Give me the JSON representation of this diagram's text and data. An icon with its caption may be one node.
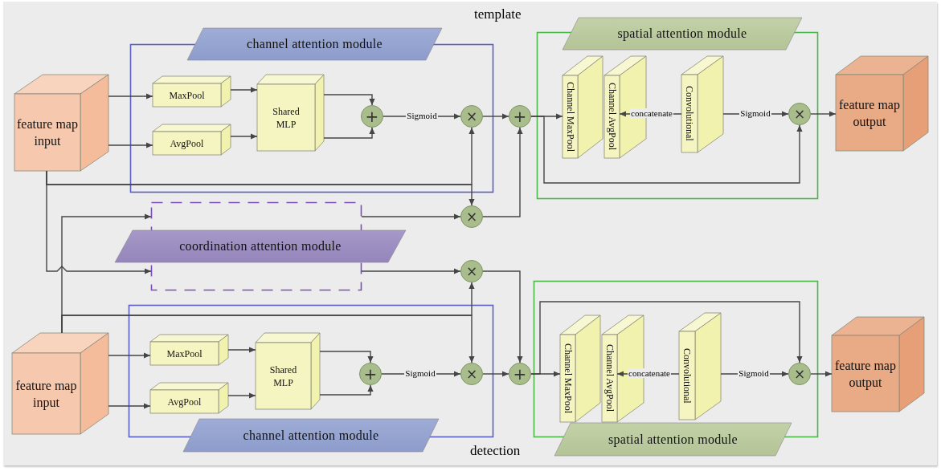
{
  "diagram": {
    "nodes": [
      {
        "text": [
          "channel attention module"
        ]
      },
      {
        "text": [
          "feature map input"
        ]
      },
      {
        "text": [
          "MaxPool"
        ],
        "in": 0
      },
      {
        "text": [
          "AvgPool"
        ],
        "in": 0
      },
      {
        "text": [
          "Shared MLP"
        ],
        "in": 0
      },
      {
        "text": [
          "+"
        ],
        "in": 0
      },
      {
        "text": [
          "×"
        ],
        "in": 0
      },
      {
        "text": [
          "+"
        ]
      },
      {
        "text": [
          "spatial attention module"
        ]
      },
      {
        "text": [
          "Channel MaxPool"
        ],
        "in": 8
      },
      {
        "text": [
          "Channel AvgPool"
        ],
        "in": 8
      },
      {
        "text": [
          "Convolutional"
        ],
        "in": 8
      },
      {
        "text": [
          "×"
        ],
        "in": 8
      },
      {
        "text": [
          "feature map output"
        ]
      },
      {
        "text": [
          "×"
        ]
      },
      {
        "text": [
          "coordination attention module"
        ]
      },
      {
        "text": [
          "×"
        ]
      },
      {
        "text": [
          "channel attention module"
        ]
      },
      {
        "text": [
          "feature map input"
        ]
      },
      {
        "text": [
          "MaxPool"
        ],
        "in": 17
      },
      {
        "text": [
          "AvgPool"
        ],
        "in": 17
      },
      {
        "text": [
          "Shared MLP"
        ],
        "in": 17
      },
      {
        "text": [
          "+"
        ],
        "in": 17
      },
      {
        "text": [
          "×"
        ],
        "in": 17
      },
      {
        "text": [
          "+"
        ]
      },
      {
        "text": [
          "spatial attention module"
        ]
      },
      {
        "text": [
          "Channel MaxPool"
        ],
        "in": 25
      },
      {
        "text": [
          "Channel AvgPool"
        ],
        "in": 25
      },
      {
        "text": [
          "Convolutional"
        ],
        "in": 25
      },
      {
        "text": [
          "×"
        ],
        "in": 25
      },
      {
        "text": [
          "feature map output"
        ]
      }
    ],
    "edges": [
      {
        "from": 1,
        "to": 2,
        "arrow": "to"
      },
      {
        "from": 1,
        "to": 3,
        "arrow": "to"
      },
      {
        "from": 2,
        "to": 4,
        "arrow": "to"
      },
      {
        "from": 3,
        "to": 4,
        "arrow": "to"
      },
      {
        "from": 4,
        "to": 5,
        "arrow": "to"
      },
      {
        "from": 4,
        "to": 5,
        "arrow": "to"
      },
      {
        "from": 5,
        "to": 6,
        "label": "Sigmoid",
        "arrow": "to"
      },
      {
        "from": 6,
        "to": 7,
        "arrow": "to"
      },
      {
        "from": 1,
        "to": 6,
        "arrow": "to"
      },
      {
        "from": 1,
        "to": 14,
        "arrow": "to"
      },
      {
        "from": 1,
        "to": 15,
        "arrow": "to"
      },
      {
        "from": 18,
        "to": 15,
        "arrow": "to"
      },
      {
        "from": 18,
        "to": 16,
        "arrow": "to"
      },
      {
        "from": 18,
        "to": 23,
        "arrow": "to"
      },
      {
        "from": 15,
        "to": 14,
        "arrow": "to"
      },
      {
        "from": 15,
        "to": 16,
        "arrow": "to"
      },
      {
        "from": 14,
        "to": 7,
        "arrow": "to"
      },
      {
        "from": 16,
        "to": 24,
        "arrow": "to"
      },
      {
        "from": 7,
        "to": 9,
        "arrow": "to"
      },
      {
        "from": 7,
        "to": 12,
        "arrow": "to"
      },
      {
        "from": 11,
        "to": 10,
        "label": "concatenate",
        "arrow": "to"
      },
      {
        "from": 11,
        "to": 12,
        "label": "Sigmoid",
        "arrow": "to"
      },
      {
        "from": 12,
        "to": 13,
        "arrow": "to"
      },
      {
        "from": 18,
        "to": 19,
        "arrow": "to"
      },
      {
        "from": 18,
        "to": 20,
        "arrow": "to"
      },
      {
        "from": 19,
        "to": 21,
        "arrow": "to"
      },
      {
        "from": 20,
        "to": 21,
        "arrow": "to"
      },
      {
        "from": 21,
        "to": 22,
        "arrow": "to"
      },
      {
        "from": 21,
        "to": 22,
        "arrow": "to"
      },
      {
        "from": 22,
        "to": 23,
        "label": "Sigmoid",
        "arrow": "to"
      },
      {
        "from": 23,
        "to": 24,
        "arrow": "to"
      },
      {
        "from": 24,
        "to": 26,
        "arrow": "to"
      },
      {
        "from": 24,
        "to": 29,
        "arrow": "to"
      },
      {
        "from": 28,
        "to": 27,
        "label": "concatenate",
        "arrow": "to"
      },
      {
        "from": 28,
        "to": 29,
        "label": "Sigmoid",
        "arrow": "to"
      },
      {
        "from": 29,
        "to": 30,
        "arrow": "to"
      }
    ],
    "labels": [
      "template",
      "detection"
    ]
  }
}
